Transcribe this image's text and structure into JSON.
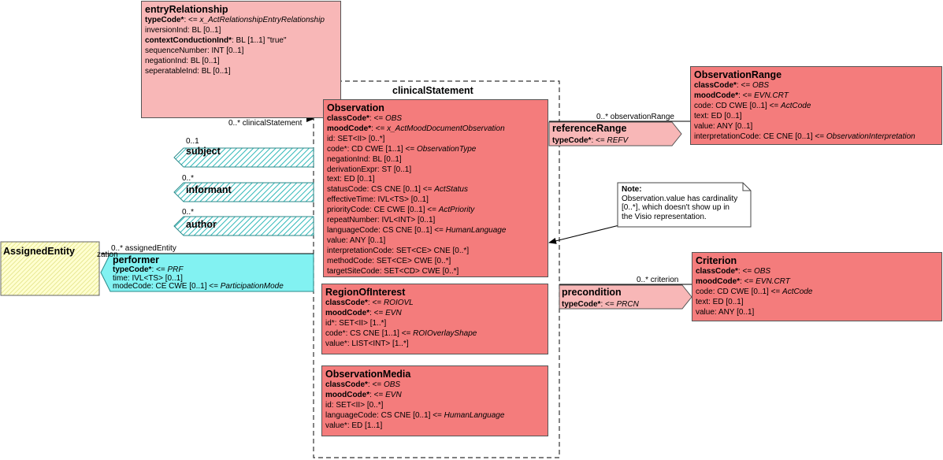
{
  "entryRelationship": {
    "title": "entryRelationship",
    "attrs": [
      {
        "name": "typeCode*",
        "bold": true,
        "rest": ": <= ",
        "ital": "x_ActRelationshipEntryRelationship"
      },
      {
        "name": "inversionInd",
        "bold": false,
        "rest": ": BL [0..1]",
        "ital": ""
      },
      {
        "name": "contextConductionInd*",
        "bold": true,
        "rest": ": BL [1..1] \"true\"",
        "ital": ""
      },
      {
        "name": "sequenceNumber",
        "bold": false,
        "rest": ": INT [0..1]",
        "ital": ""
      },
      {
        "name": "negationInd",
        "bold": false,
        "rest": ": BL [0..1]",
        "ital": ""
      },
      {
        "name": "seperatableInd",
        "bold": false,
        "rest": ": BL [0..1]",
        "ital": ""
      }
    ]
  },
  "clinicalStatement": {
    "title": "clinicalStatement",
    "incoming_label": "0..* clinicalStatement"
  },
  "observation": {
    "title": "Observation",
    "attrs": [
      {
        "name": "classCode*",
        "bold": true,
        "rest": ": <= ",
        "ital": "OBS"
      },
      {
        "name": "moodCode*",
        "bold": true,
        "rest": ": <= ",
        "ital": "x_ActMoodDocumentObservation"
      },
      {
        "name": "id",
        "bold": false,
        "rest": ": SET<II> [0..*]",
        "ital": ""
      },
      {
        "name": "code*",
        "bold": false,
        "rest": ": CD CWE [1..1] <= ",
        "ital": "ObservationType"
      },
      {
        "name": "negationInd",
        "bold": false,
        "rest": ": BL [0..1]",
        "ital": ""
      },
      {
        "name": "derivationExpr",
        "bold": false,
        "rest": ": ST [0..1]",
        "ital": ""
      },
      {
        "name": "text",
        "bold": false,
        "rest": ": ED [0..1]",
        "ital": ""
      },
      {
        "name": "statusCode",
        "bold": false,
        "rest": ": CS CNE [0..1] <= ",
        "ital": "ActStatus"
      },
      {
        "name": "effectiveTime",
        "bold": false,
        "rest": ": IVL<TS> [0..1]",
        "ital": ""
      },
      {
        "name": "priorityCode",
        "bold": false,
        "rest": ": CE CWE [0..1] <= ",
        "ital": "ActPriority"
      },
      {
        "name": "repeatNumber",
        "bold": false,
        "rest": ": IVL<INT> [0..1]",
        "ital": ""
      },
      {
        "name": "languageCode",
        "bold": false,
        "rest": ": CS CNE [0..1] <= ",
        "ital": "HumanLanguage"
      },
      {
        "name": "value",
        "bold": false,
        "rest": ": ANY [0..1]",
        "ital": ""
      },
      {
        "name": "interpretationCode",
        "bold": false,
        "rest": ": SET<CE> CNE [0..*]",
        "ital": ""
      },
      {
        "name": "methodCode",
        "bold": false,
        "rest": ": SET<CE> CWE [0..*]",
        "ital": ""
      },
      {
        "name": "targetSiteCode",
        "bold": false,
        "rest": ": SET<CD> CWE [0..*]",
        "ital": ""
      }
    ]
  },
  "regionOfInterest": {
    "title": "RegionOfInterest",
    "attrs": [
      {
        "name": "classCode*",
        "bold": true,
        "rest": ": <= ",
        "ital": "ROIOVL"
      },
      {
        "name": "moodCode*",
        "bold": true,
        "rest": ": <= ",
        "ital": "EVN"
      },
      {
        "name": "id*",
        "bold": false,
        "rest": ": SET<II> [1..*]",
        "ital": ""
      },
      {
        "name": "code*",
        "bold": false,
        "rest": ": CS CNE [1..1] <= ",
        "ital": "ROIOverlayShape"
      },
      {
        "name": "value*",
        "bold": false,
        "rest": ": LIST<INT> [1..*]",
        "ital": ""
      }
    ]
  },
  "observationMedia": {
    "title": "ObservationMedia",
    "attrs": [
      {
        "name": "classCode*",
        "bold": true,
        "rest": ": <= ",
        "ital": "OBS"
      },
      {
        "name": "moodCode*",
        "bold": true,
        "rest": ": <= ",
        "ital": "EVN"
      },
      {
        "name": "id",
        "bold": false,
        "rest": ": SET<II> [0..*]",
        "ital": ""
      },
      {
        "name": "languageCode",
        "bold": false,
        "rest": ": CS CNE [0..1] <= ",
        "ital": "HumanLanguage"
      },
      {
        "name": "value*",
        "bold": false,
        "rest": ": ED [1..1]",
        "ital": ""
      }
    ]
  },
  "observationRange": {
    "title": "ObservationRange",
    "attrs": [
      {
        "name": "classCode*",
        "bold": true,
        "rest": ": <= ",
        "ital": "OBS"
      },
      {
        "name": "moodCode*",
        "bold": true,
        "rest": ": <= ",
        "ital": "EVN.CRT"
      },
      {
        "name": "code",
        "bold": false,
        "rest": ": CD CWE [0..1] <= ",
        "ital": "ActCode"
      },
      {
        "name": "text",
        "bold": false,
        "rest": ": ED [0..1]",
        "ital": ""
      },
      {
        "name": "value",
        "bold": false,
        "rest": ": ANY [0..1]",
        "ital": ""
      },
      {
        "name": "interpretationCode",
        "bold": false,
        "rest": ": CE CNE [0..1] <= ",
        "ital": "ObservationInterpretation"
      }
    ]
  },
  "criterion": {
    "title": "Criterion",
    "attrs": [
      {
        "name": "classCode*",
        "bold": true,
        "rest": ": <= ",
        "ital": "OBS"
      },
      {
        "name": "moodCode*",
        "bold": true,
        "rest": ": <= ",
        "ital": "EVN.CRT"
      },
      {
        "name": "code",
        "bold": false,
        "rest": ": CD CWE [0..1] <= ",
        "ital": "ActCode"
      },
      {
        "name": "text",
        "bold": false,
        "rest": ": ED [0..1]",
        "ital": ""
      },
      {
        "name": "value",
        "bold": false,
        "rest": ": ANY [0..1]",
        "ital": ""
      }
    ]
  },
  "referenceRange": {
    "title": "referenceRange",
    "attr_name": "typeCode*",
    "attr_rest": ": <= ",
    "attr_ital": "REFV",
    "multiplicity": "0..* observationRange"
  },
  "precondition": {
    "title": "precondition",
    "attr_name": "typeCode*",
    "attr_rest": ": <= ",
    "attr_ital": "PRCN",
    "multiplicity": "0..* criterion"
  },
  "subject": {
    "title": "subject",
    "multiplicity": "0..1"
  },
  "informant": {
    "title": "informant",
    "multiplicity": "0..*"
  },
  "author": {
    "title": "author",
    "multiplicity": "0..*"
  },
  "performer": {
    "title": "performer",
    "attrs": [
      {
        "name": "typeCode*",
        "bold": true,
        "rest": ": <= ",
        "ital": "PRF"
      },
      {
        "name": "time",
        "bold": false,
        "rest": ": IVL<TS> [0..1]",
        "ital": ""
      },
      {
        "name": "modeCode",
        "bold": false,
        "rest": ": CE CWE [0..1] <= ",
        "ital": "ParticipationMode"
      }
    ],
    "multiplicity": "0..* assignedEntity",
    "partial_label": "zation"
  },
  "assignedEntity": {
    "title": "AssignedEntity"
  },
  "note": {
    "title": "Note:",
    "text": "Observation.value has cardinality [0..*], which doesn't show up in the Visio representation."
  },
  "colors": {
    "pink": "#f8b7b7",
    "red": "#f47c7c",
    "cyan": "#82f2f2",
    "yellow": "#ffffc0"
  }
}
